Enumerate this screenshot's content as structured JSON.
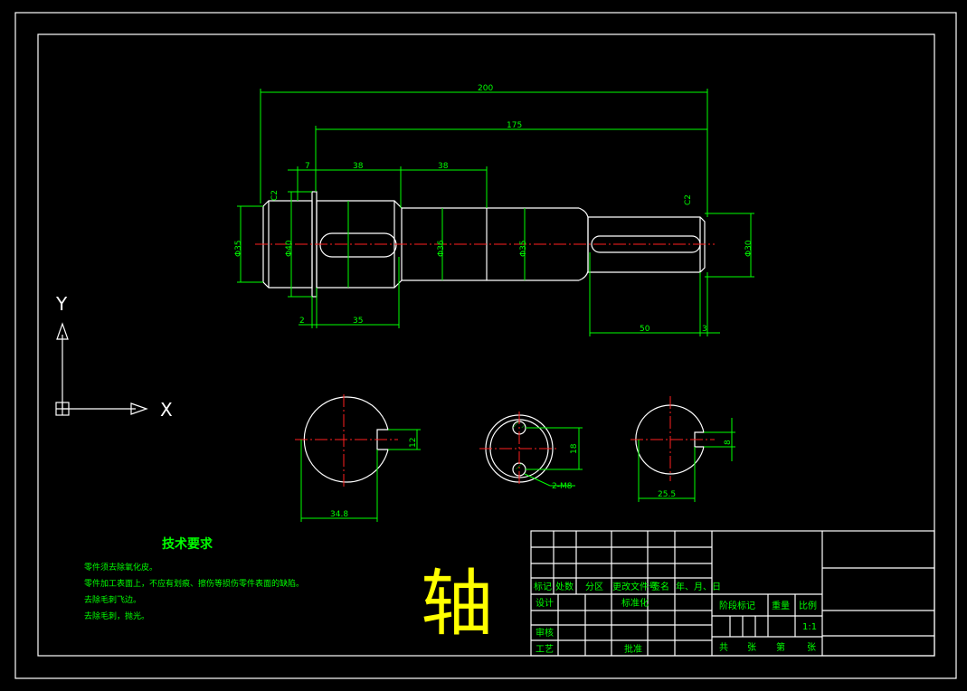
{
  "drawing": {
    "part_name": "轴",
    "tech_requirements": {
      "heading": "技术要求",
      "lines": [
        "零件须去除氧化皮。",
        "零件加工表面上，不应有划痕、擦伤等损伤零件表面的缺陷。",
        "去除毛刺飞边。",
        "去除毛刺，抛光。"
      ]
    },
    "dimensions": {
      "overall_length": "200",
      "length_175": "175",
      "len_7": "7",
      "len_38a": "38",
      "len_38b": "38",
      "chamfer_left": "C2",
      "chamfer_right": "C2",
      "dia_left": "Φ35",
      "dia_collar": "Φ40",
      "dia_mid": "Φ36",
      "dia_main": "Φ35",
      "dia_right": "Φ30",
      "len_2": "2",
      "len_35": "35",
      "len_50": "50",
      "len_3": "3",
      "sec1_key": "12",
      "sec1_width": "34.8",
      "sec2_holes": "2-M8",
      "sec2_dim": "18",
      "sec3_key": "8",
      "sec3_width": "25.5"
    },
    "axes": {
      "x": "X",
      "y": "Y"
    },
    "title_block": {
      "row_labels": [
        "标记",
        "处数",
        "分区",
        "更改文件号",
        "签名",
        "年、月、日"
      ],
      "design": "设计",
      "standardize": "标准化",
      "stage_mark": "阶段标记",
      "weight": "重量",
      "scale": "比例",
      "scale_value": "1:1",
      "review": "审核",
      "process": "工艺",
      "approve": "批准",
      "total": "共",
      "sheets": "张",
      "sheet_no": "第",
      "sheet_unit": "张"
    }
  },
  "colors": {
    "background": "#000000",
    "outline": "#ffffff",
    "dimension": "#00ff00",
    "centerline": "#ff2020",
    "title_text": "#ffff00"
  }
}
